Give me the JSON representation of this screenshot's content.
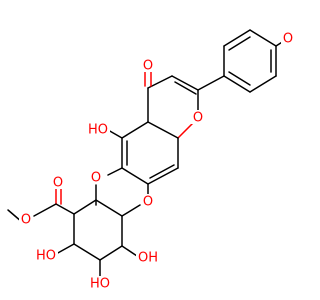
{
  "diagram": {
    "type": "skeletal-structure",
    "element_colors": {
      "C": "#000000",
      "O": "#ff0000"
    },
    "atom_labels": {
      "carbonyl_O": "O",
      "ring_O": "O",
      "hydroxy_label": "HO",
      "methoxy_O_ring": "O",
      "glycoside_O": "O",
      "ester_carbonyl_O": "O",
      "ester_O": "O",
      "sugar_OH_left": "HO",
      "sugar_OH_bottom": "HO",
      "sugar_OH_right": "OH",
      "anisyl_O": "O"
    }
  }
}
